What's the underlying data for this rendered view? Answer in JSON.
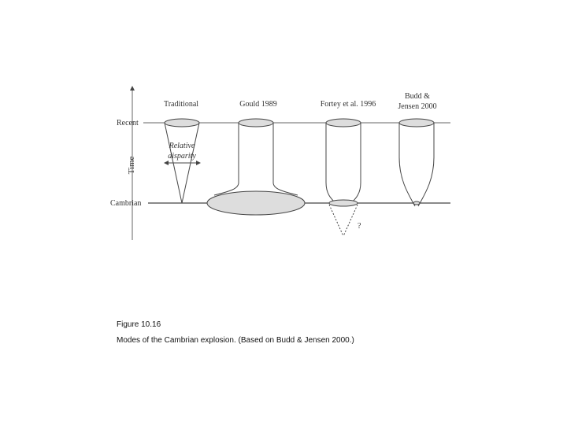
{
  "diagram": {
    "axis_label": "Time",
    "levels": [
      "Recent",
      "Cambrian"
    ],
    "models": [
      {
        "label_lines": [
          "Traditional"
        ]
      },
      {
        "label_lines": [
          "Gould 1989"
        ]
      },
      {
        "label_lines": [
          "Fortey et al. 1996"
        ]
      },
      {
        "label_lines": [
          "Budd &",
          "Jensen 2000"
        ]
      }
    ],
    "annotation_lines": [
      "Relative",
      "disparity"
    ],
    "uncertainty_mark": "?"
  },
  "caption": {
    "figure_number": "Figure 10.16",
    "text": "Modes of the Cambrian explosion. (Based on Budd & Jensen 2000.)"
  },
  "colors": {
    "line": "#444444",
    "fill": "#dddddd"
  }
}
